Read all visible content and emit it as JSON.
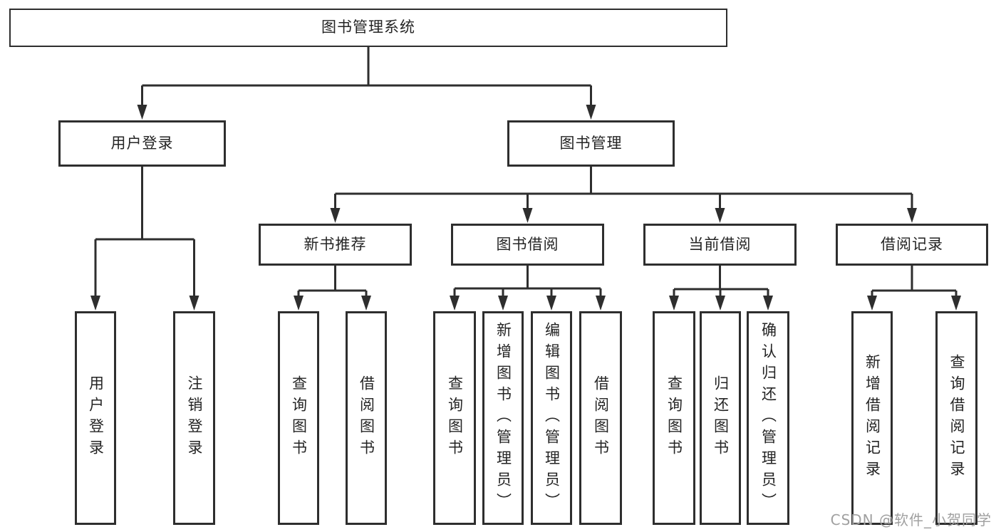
{
  "diagram": {
    "type": "hierarchy-tree",
    "tree": {
      "root": {
        "label": "图书管理系统"
      },
      "branches": [
        {
          "label": "用户登录",
          "children": [
            {
              "label": "用户登录"
            },
            {
              "label": "注销登录"
            }
          ]
        },
        {
          "label": "图书管理",
          "children": [
            {
              "label": "新书推荐",
              "children": [
                {
                  "label": "查询图书"
                },
                {
                  "label": "借阅图书"
                }
              ]
            },
            {
              "label": "图书借阅",
              "children": [
                {
                  "label": "查询图书"
                },
                {
                  "label": "新增图书（管理员）"
                },
                {
                  "label": "编辑图书（管理员）"
                },
                {
                  "label": "借阅图书"
                }
              ]
            },
            {
              "label": "当前借阅",
              "children": [
                {
                  "label": "查询图书"
                },
                {
                  "label": "归还图书"
                },
                {
                  "label": "确认归还（管理员）"
                }
              ]
            },
            {
              "label": "借阅记录",
              "children": [
                {
                  "label": "新增借阅记录"
                },
                {
                  "label": "查询借阅记录"
                }
              ]
            }
          ]
        }
      ]
    }
  },
  "watermark": "CSDN @软件_小贺同学",
  "colors": {
    "line": "#2e2e2e",
    "text": "#242424",
    "bg": "#ffffff",
    "watermark": "#a0a0a0"
  }
}
